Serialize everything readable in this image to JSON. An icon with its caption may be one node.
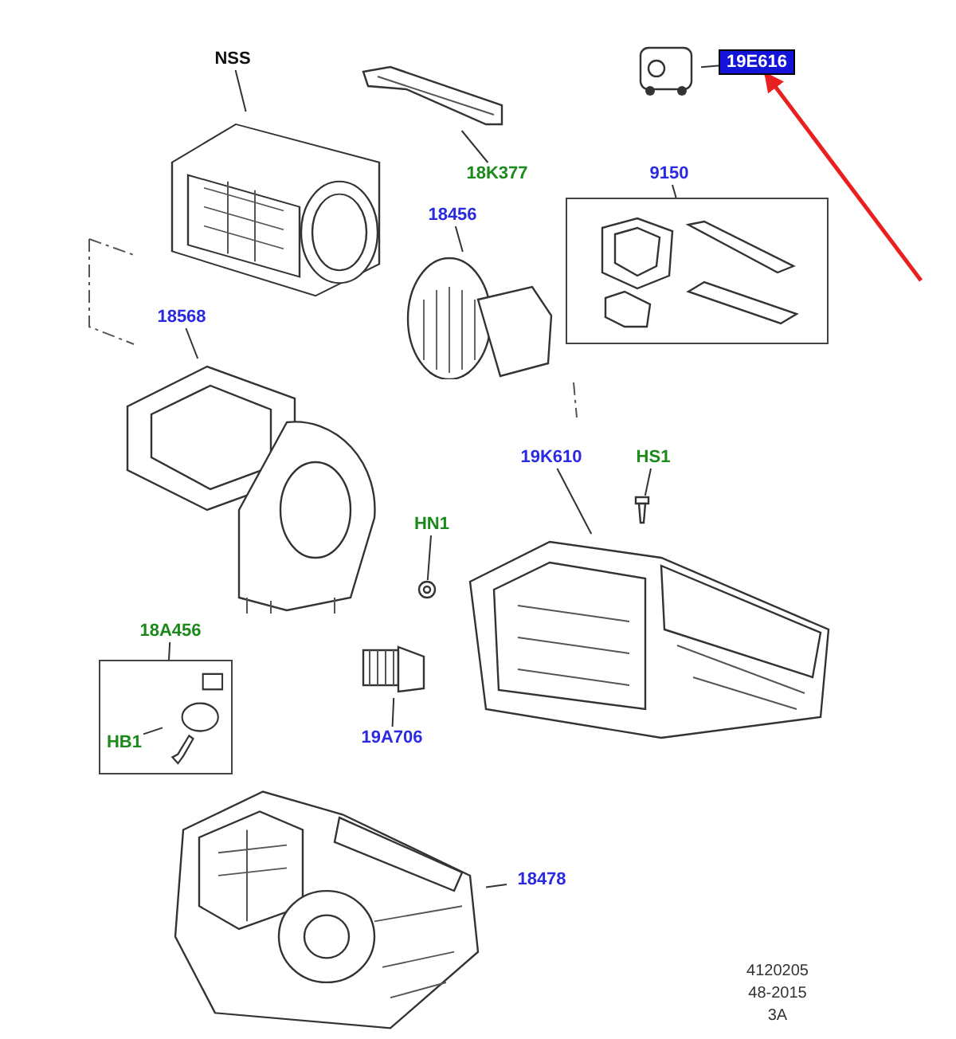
{
  "diagram": {
    "nodes": [
      {
        "text": [
          "NSS"
        ]
      },
      {
        "text": [],
        "shape": "picture"
      },
      {
        "text": [
          "18K377"
        ]
      },
      {
        "text": [],
        "shape": "picture"
      },
      {
        "text": [
          "18456"
        ]
      },
      {
        "text": [],
        "shape": "picture"
      },
      {
        "text": [
          "19E616"
        ]
      },
      {
        "text": [],
        "shape": "picture"
      },
      {
        "text": [
          "9150"
        ]
      },
      {
        "text": [],
        "shape": "box"
      },
      {
        "text": [
          "18568"
        ]
      },
      {
        "text": [],
        "shape": "picture"
      },
      {
        "text": [
          "19K610"
        ]
      },
      {
        "text": [],
        "shape": "picture"
      },
      {
        "text": [
          "HS1"
        ]
      },
      {
        "text": [],
        "shape": "picture"
      },
      {
        "text": [
          "HN1"
        ]
      },
      {
        "text": [],
        "shape": "picture"
      },
      {
        "text": [
          "18A456"
        ]
      },
      {
        "text": [],
        "shape": "box"
      },
      {
        "text": [
          "HB1"
        ],
        "in": 19
      },
      {
        "text": [],
        "shape": "picture",
        "in": 19
      },
      {
        "text": [
          "19A706"
        ]
      },
      {
        "text": [],
        "shape": "picture"
      },
      {
        "text": [
          "18478"
        ]
      },
      {
        "text": [],
        "shape": "picture"
      }
    ],
    "edges": [
      {
        "from": 0,
        "to": 1,
        "arrow": "none"
      },
      {
        "from": 2,
        "to": 3,
        "arrow": "none"
      },
      {
        "from": 4,
        "to": 5,
        "arrow": "none"
      },
      {
        "from": 6,
        "to": 7,
        "arrow": "none"
      },
      {
        "from": null,
        "to": 6,
        "arrow": "to",
        "style": "thick",
        "color": "#e82020"
      },
      {
        "from": 8,
        "to": 9,
        "arrow": "none"
      },
      {
        "from": 10,
        "to": 11,
        "arrow": "none"
      },
      {
        "from": 12,
        "to": 13,
        "arrow": "none"
      },
      {
        "from": 14,
        "to": 15,
        "arrow": "none"
      },
      {
        "from": 16,
        "to": 17,
        "arrow": "none"
      },
      {
        "from": 18,
        "to": 19,
        "arrow": "none"
      },
      {
        "from": 20,
        "to": 21,
        "arrow": "none"
      },
      {
        "from": 22,
        "to": 23,
        "arrow": "none"
      },
      {
        "from": 24,
        "to": 25,
        "arrow": "none"
      }
    ],
    "labels": [
      "4120205",
      "48-2015",
      "3A"
    ]
  }
}
